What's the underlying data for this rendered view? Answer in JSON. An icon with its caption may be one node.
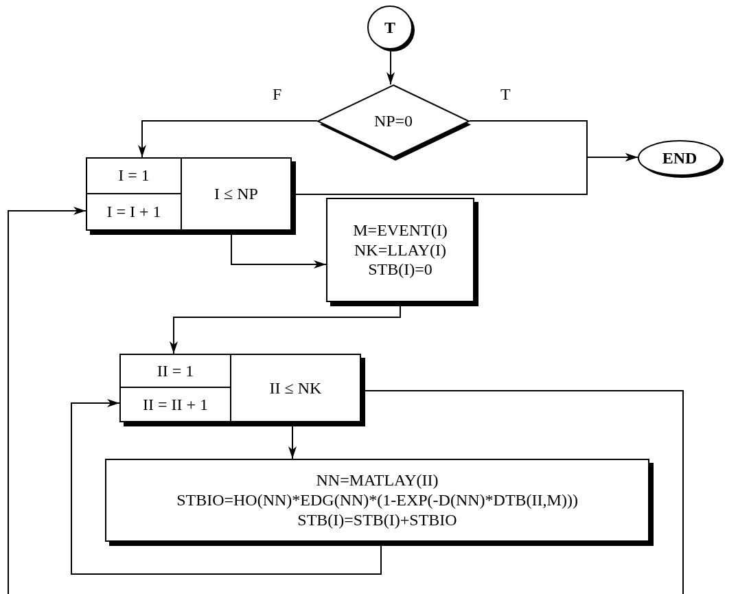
{
  "diagram": {
    "nodes": [
      {
        "text": [
          "T"
        ]
      },
      {
        "text": [
          "NP=0"
        ]
      },
      {
        "text": [
          "END"
        ]
      },
      {
        "text": [
          "I = 1",
          "I = I + 1",
          "I ≤ NP"
        ]
      },
      {
        "text": [
          "M=EVENT(I)",
          "NK=LLAY(I)",
          "STB(I)=0"
        ]
      },
      {
        "text": [
          "II = 1",
          "II = II + 1",
          "II ≤ NK"
        ]
      },
      {
        "text": [
          "NN=MATLAY(II)",
          "STBIO=HO(NN)*EDG(NN)*(1-EXP(-D(NN)*DTB(II,M)))",
          "STB(I)=STB(I)+STBIO"
        ]
      }
    ],
    "edges": [
      {
        "from": 0,
        "to": 1,
        "arrow": "to"
      },
      {
        "from": 1,
        "to": 3,
        "arrow": "to",
        "label": "F"
      },
      {
        "from": 1,
        "to": 2,
        "arrow": "to",
        "label": "T"
      },
      {
        "from": 3,
        "to": 2,
        "arrow": "to"
      },
      {
        "from": 3,
        "to": 4,
        "arrow": "to"
      },
      {
        "from": 4,
        "to": 5,
        "arrow": "to"
      },
      {
        "from": 5,
        "to": 6,
        "arrow": "to"
      },
      {
        "from": 6,
        "to": 5,
        "arrow": "to"
      },
      {
        "from": 5,
        "to": null,
        "arrow": "none"
      },
      {
        "from": null,
        "to": 3,
        "arrow": "to"
      }
    ]
  }
}
